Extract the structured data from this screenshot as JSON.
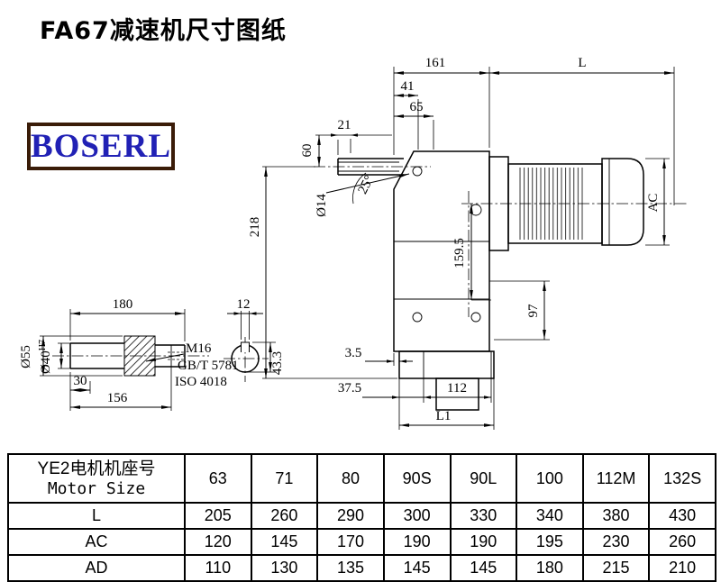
{
  "page": {
    "title": "FA67减速机尺寸图纸"
  },
  "logo": {
    "text": "BOSERL"
  },
  "colors": {
    "line": "#000000",
    "background": "#ffffff",
    "logo_text": "#2121b5",
    "logo_border": "#3a1c08"
  },
  "main_drawing": {
    "dims": {
      "width_top": "161",
      "motor_length": "L",
      "d41": "41",
      "d65": "65",
      "d21": "21",
      "d60": "60",
      "hole": "Ø14",
      "angle": "25°",
      "height": "218",
      "d159_5": "159.5",
      "motor_diameter": "AC",
      "d97": "97",
      "d3_5": "3.5",
      "d37_5": "37.5",
      "d112": "112",
      "overall_bottom": "L1"
    }
  },
  "shaft_detail": {
    "dims": {
      "length": "180",
      "key_width": "12",
      "d55": "Ø55",
      "bore": "Ø40",
      "bore_tol": "H7",
      "d30": "30",
      "d156": "156",
      "key_height": "43.3"
    },
    "notes": {
      "thread": "M16",
      "std1": "GB/T 5781",
      "std2": "ISO 4018"
    }
  },
  "table": {
    "header": {
      "line1": "YE2电机机座号",
      "line2": "Motor Size"
    },
    "sizes": [
      "63",
      "71",
      "80",
      "90S",
      "90L",
      "100",
      "112M",
      "132S"
    ],
    "rows": [
      {
        "label": "L",
        "values": [
          "205",
          "260",
          "290",
          "300",
          "330",
          "340",
          "380",
          "430"
        ]
      },
      {
        "label": "AC",
        "values": [
          "120",
          "145",
          "170",
          "190",
          "190",
          "195",
          "230",
          "260"
        ]
      },
      {
        "label": "AD",
        "values": [
          "110",
          "130",
          "135",
          "145",
          "145",
          "180",
          "215",
          "210"
        ]
      }
    ]
  }
}
